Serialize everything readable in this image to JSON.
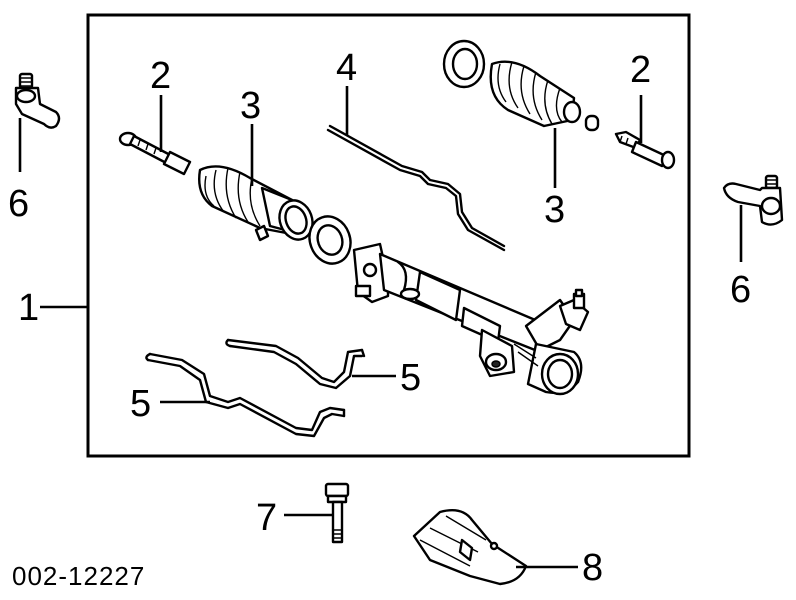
{
  "diagram": {
    "callouts": {
      "one": "1",
      "two_left": "2",
      "two_right": "2",
      "three_left": "3",
      "three_right": "3",
      "four": "4",
      "five_upper": "5",
      "five_lower": "5",
      "six_left": "6",
      "six_right": "6",
      "seven": "7",
      "eight": "8"
    },
    "reference_code": "002-12227"
  }
}
